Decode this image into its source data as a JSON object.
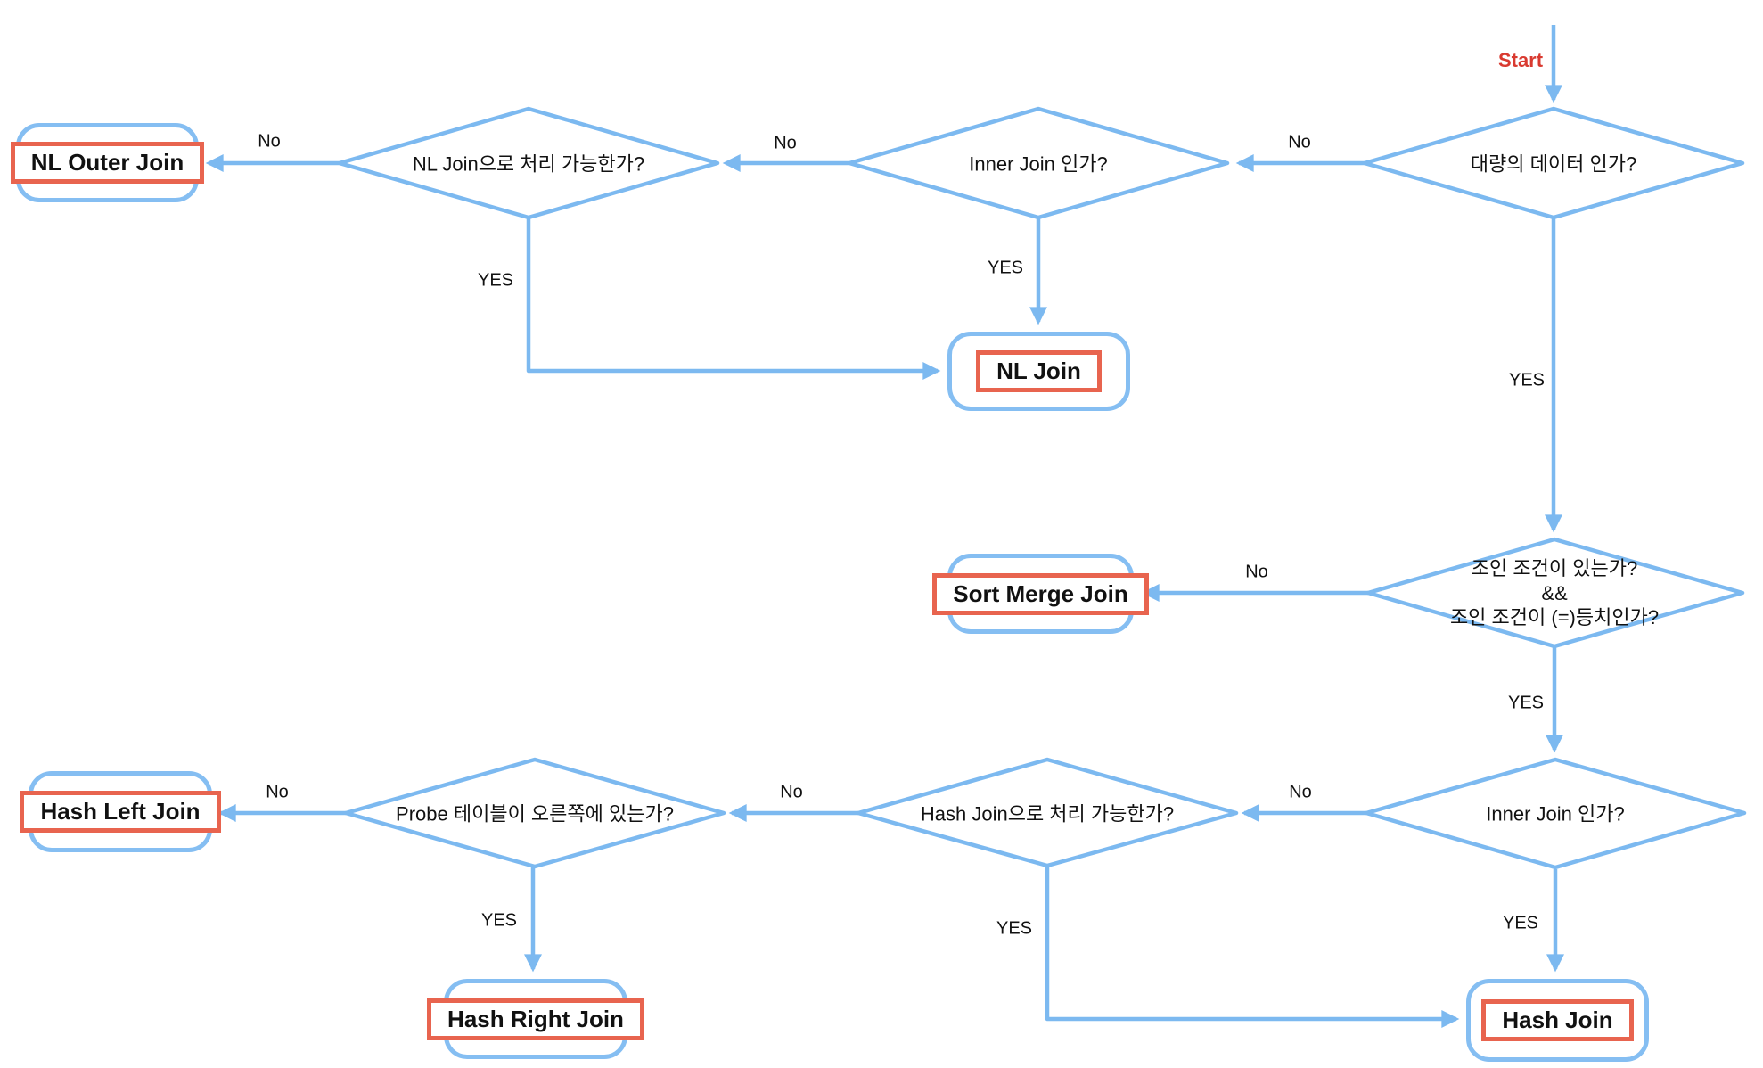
{
  "colors": {
    "line_blue": "#7cb9f0",
    "box_border_blue": "#85bef2",
    "result_border_red": "#e8644f",
    "start_red": "#d93a30",
    "text": "#111111"
  },
  "start_label": "Start",
  "edge_labels": {
    "no": "No",
    "yes": "YES"
  },
  "decisions": {
    "large_data": {
      "label": "대량의 데이터 인가?"
    },
    "inner_join_top": {
      "label": "Inner Join 인가?"
    },
    "nl_join_possible": {
      "label": "NL Join으로 처리 가능한가?"
    },
    "join_condition": {
      "line1": "조인 조건이 있는가?",
      "line2": "&&",
      "line3": "조인 조건이 (=)등치인가?"
    },
    "inner_join_bottom": {
      "label": "Inner Join 인가?"
    },
    "hash_join_possible": {
      "label": "Hash Join으로 처리 가능한가?"
    },
    "probe_table_right": {
      "label": "Probe 테이블이 오른쪽에 있는가?"
    }
  },
  "results": {
    "nl_outer_join": "NL Outer Join",
    "nl_join": "NL Join",
    "sort_merge_join": "Sort Merge Join",
    "hash_left_join": "Hash Left Join",
    "hash_right_join": "Hash Right Join",
    "hash_join": "Hash Join"
  }
}
